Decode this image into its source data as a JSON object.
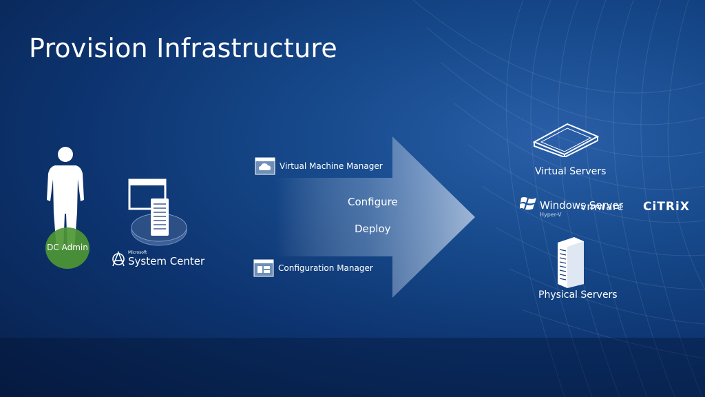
{
  "slide": {
    "title": "Provision Infrastructure",
    "colors": {
      "background_dark": "#071f4a",
      "background_light": "#2a5fa8",
      "badge_green": "#4e9634",
      "text": "#ffffff"
    }
  },
  "actor": {
    "icon": "person-silhouette-icon",
    "badge_label": "DC Admin"
  },
  "system_center": {
    "icon": "server-console-icon",
    "brand_small": "Microsoft",
    "brand_name": "System Center"
  },
  "tools": [
    {
      "name": "virtual-machine-manager",
      "icon": "cloud-window-icon",
      "label": "Virtual Machine Manager"
    },
    {
      "name": "configuration-manager",
      "icon": "config-window-icon",
      "label": "Configuration Manager"
    }
  ],
  "actions": [
    "Configure",
    "Deploy"
  ],
  "targets": {
    "virtual": {
      "icon": "virtual-server-outline-icon",
      "label": "Virtual Servers"
    },
    "physical": {
      "icon": "physical-server-icon",
      "label": "Physical Servers"
    }
  },
  "vendors": {
    "windows": {
      "icon": "windows-flag-icon",
      "name": "Windows Server",
      "sub": "Hyper-V"
    },
    "vmware": {
      "name": "vmware"
    },
    "citrix": {
      "name": "CiTRiX"
    }
  }
}
